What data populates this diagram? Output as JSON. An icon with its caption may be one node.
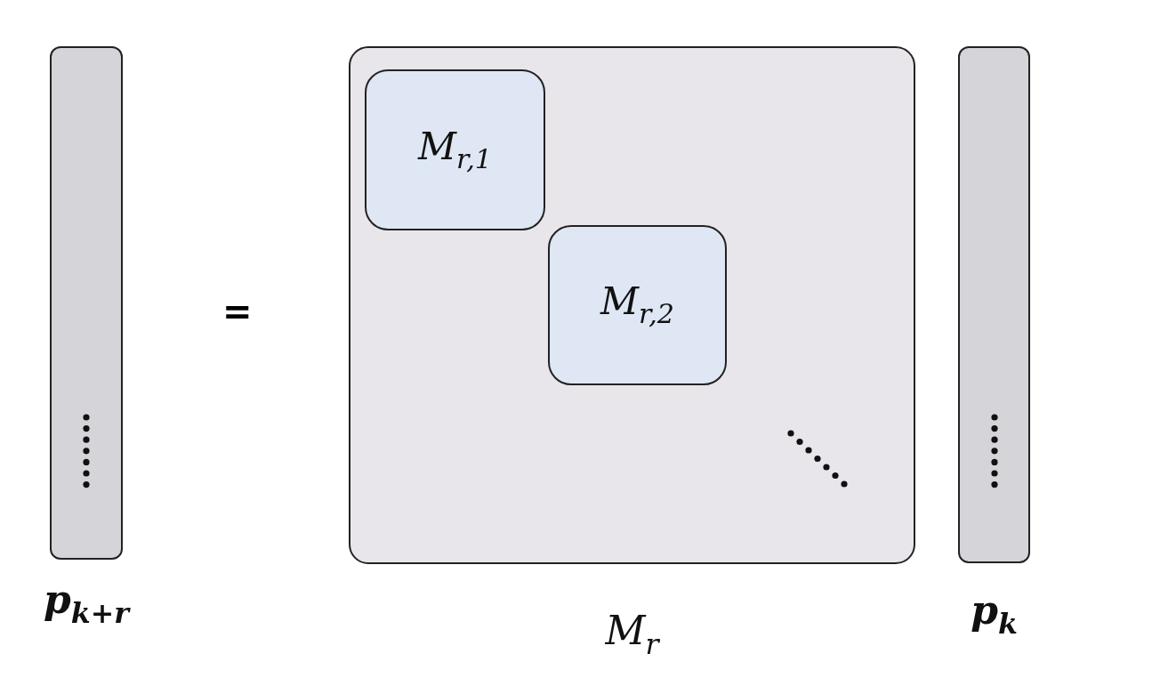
{
  "diagram": {
    "nodes": [
      {
        "text": [
          "p$_{k+r}$"
        ]
      },
      {
        "text": [
          "M$_{r}$"
        ]
      },
      {
        "text": [
          "M$_{r,1}$"
        ],
        "in": 1
      },
      {
        "text": [
          "M$_{r,2}$"
        ],
        "in": 1
      },
      {
        "text": [
          "p$_{k}$"
        ]
      }
    ],
    "labels": [
      "="
    ]
  }
}
